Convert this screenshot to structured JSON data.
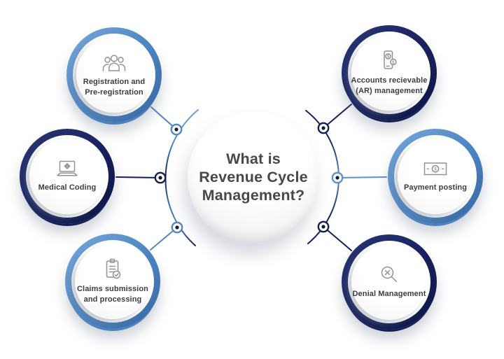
{
  "title": [
    "What is",
    "Revenue Cycle",
    "Management?"
  ],
  "colors": {
    "ring-blue": "#4a82c0",
    "ring-navy": "#15205a",
    "icon-gray": "#8f9398",
    "label-text": "#3b3e41",
    "title-text": "#46484b",
    "bullseye-dot": "#121c33",
    "background": "#ffffff"
  },
  "nodes": [
    {
      "id": "registration",
      "label": [
        "Registration and",
        "Pre-registration"
      ],
      "icon": "people-group-icon",
      "ring": "blue"
    },
    {
      "id": "medical-coding",
      "label": [
        "Medical Coding"
      ],
      "icon": "laptop-medical-icon",
      "ring": "navy"
    },
    {
      "id": "claims",
      "label": [
        "Claims submission",
        "and processing"
      ],
      "icon": "clipboard-check-icon",
      "ring": "blue"
    },
    {
      "id": "ar-management",
      "label": [
        "Accounts recievable",
        "(AR) management"
      ],
      "icon": "phone-dollar-icon",
      "ring": "navy"
    },
    {
      "id": "payment-posting",
      "label": [
        "Payment posting"
      ],
      "icon": "dollar-bill-icon",
      "ring": "blue"
    },
    {
      "id": "denial-management",
      "label": [
        "Denial Management"
      ],
      "icon": "search-x-icon",
      "ring": "navy"
    }
  ]
}
